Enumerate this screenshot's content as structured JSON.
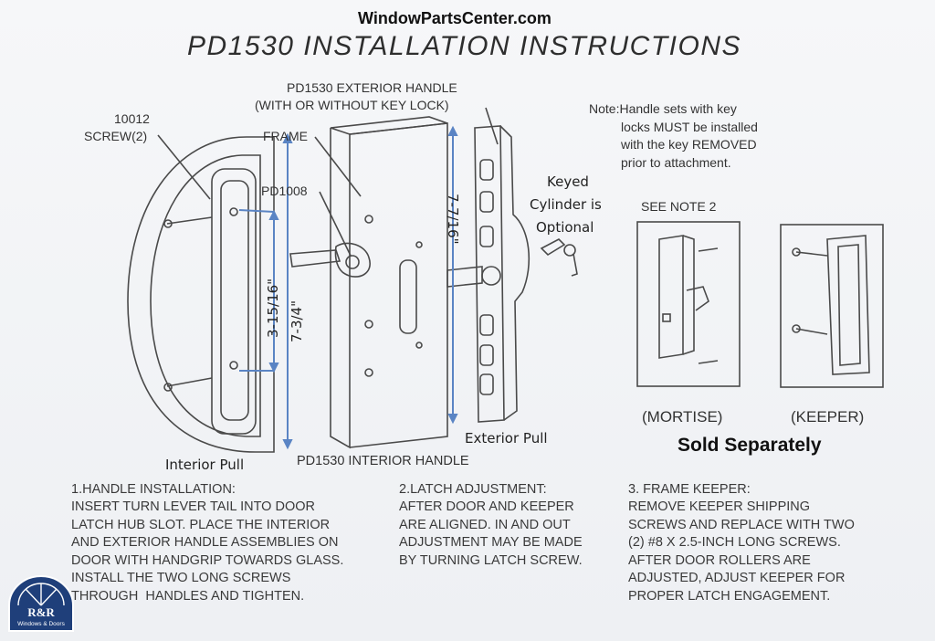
{
  "header": {
    "site": "WindowPartsCenter.com",
    "title": "PD1530  INSTALLATION  INSTRUCTIONS"
  },
  "labels": {
    "exterior_handle_line1": "PD1530 EXTERIOR HANDLE",
    "exterior_handle_line2": "(WITH OR WITHOUT KEY LOCK)",
    "screw_line1": "10012",
    "screw_line2": "SCREW(2)",
    "frame": "FRAME",
    "pd1008": "PD1008",
    "keyed_line1": "Keyed",
    "keyed_line2": "Cylinder is",
    "keyed_line3": "Optional",
    "exterior_pull": "Exterior Pull",
    "interior_pull": "Interior Pull",
    "interior_handle": "PD1530 INTERIOR HANDLE",
    "see_note": "SEE NOTE 2",
    "mortise": "(MORTISE)",
    "keeper": "(KEEPER)",
    "sold_separately": "Sold Separately"
  },
  "dimensions": {
    "d1": "3-15/16\"",
    "d2": "7-3/4\"",
    "d3": "7-7/16\""
  },
  "note": "Note:Handle sets with key\n         locks MUST be installed\n         with the key REMOVED\n         prior to attachment.",
  "instructions": [
    {
      "heading": "1.HANDLE INSTALLATION:",
      "body": "INSERT TURN LEVER TAIL INTO DOOR\nLATCH HUB SLOT. PLACE THE INTERIOR\nAND EXTERIOR HANDLE ASSEMBLIES ON\nDOOR WITH HANDGRIP TOWARDS GLASS.\nINSTALL THE TWO LONG SCREWS\nTHROUGH  HANDLES AND TIGHTEN."
    },
    {
      "heading": "2.LATCH ADJUSTMENT:",
      "body": "AFTER DOOR AND KEEPER\nARE ALIGNED. IN AND OUT\nADJUSTMENT MAY BE MADE\nBY TURNING LATCH SCREW."
    },
    {
      "heading": "3. FRAME KEEPER:",
      "body": "REMOVE KEEPER SHIPPING\nSCREWS AND REPLACE WITH TWO\n(2) #8 X 2.5-INCH LONG SCREWS.\nAFTER DOOR ROLLERS ARE\nADJUSTED, ADJUST KEEPER FOR\nPROPER LATCH ENGAGEMENT."
    }
  ],
  "logo": {
    "brand": "R&R",
    "tagline": "Windows & Doors",
    "color": "#1f3f7a"
  },
  "colors": {
    "dimension_line": "#5a84c4"
  }
}
